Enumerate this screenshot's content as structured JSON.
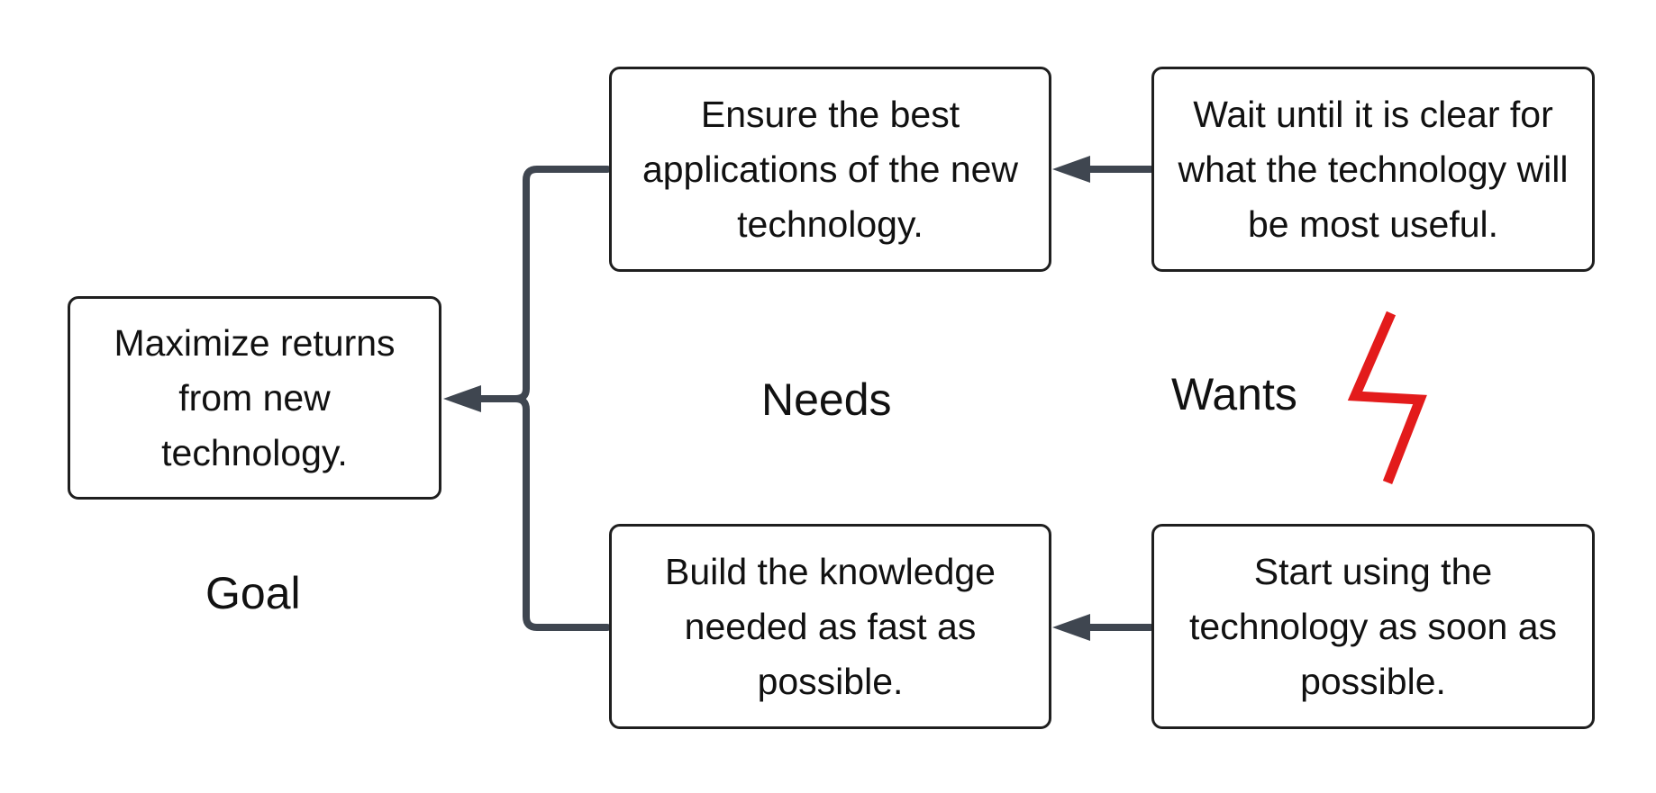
{
  "diagram": {
    "goal_box": "Maximize returns from new technology.",
    "need_top": "Ensure the best applications of the new technology.",
    "need_bottom": "Build the knowledge needed as fast as possible.",
    "want_top": "Wait until it is clear for what the technology will be most useful.",
    "want_bottom": "Start using the technology as soon as possible.",
    "label_goal": "Goal",
    "label_needs": "Needs",
    "label_wants": "Wants"
  },
  "colors": {
    "connector": "#3f4650",
    "conflict": "#e31b1b",
    "box_border": "#1f1f1f"
  },
  "icons": {
    "conflict": "lightning-bolt-conflict-icon"
  }
}
